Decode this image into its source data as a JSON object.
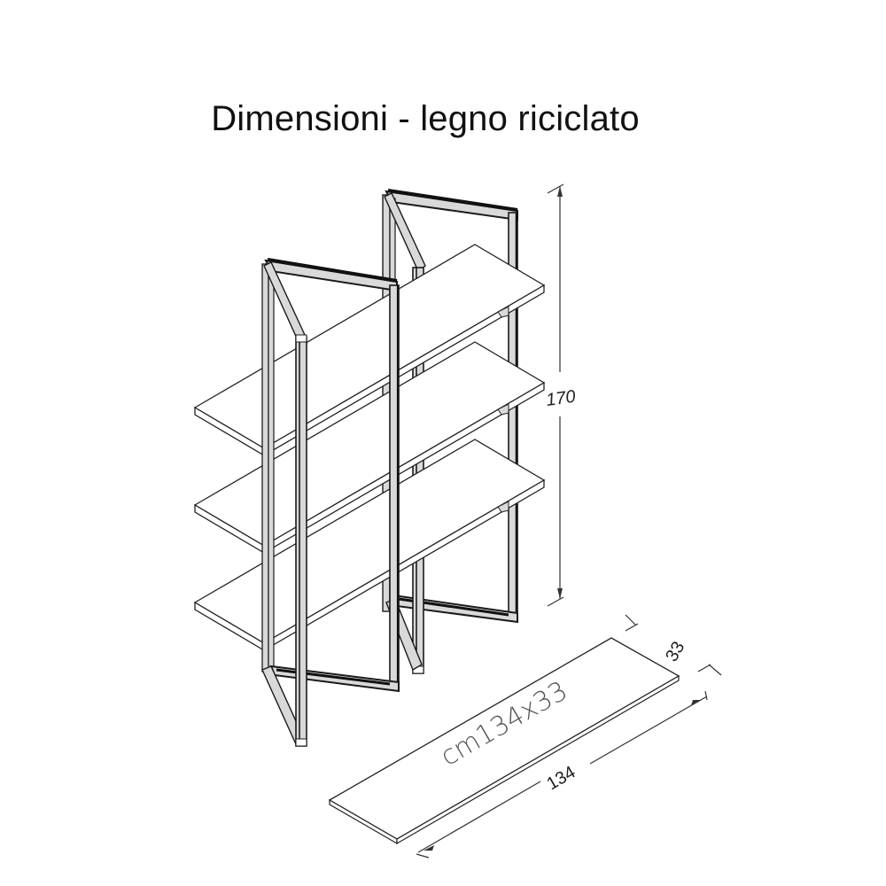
{
  "title": "Dimensioni - legno riciclato",
  "drawing": {
    "product": "shelving-unit",
    "shelves_count": 3,
    "height_label": "170",
    "shelf_panel": {
      "label": "cm134x33",
      "length_label": "134",
      "depth_label": "33"
    }
  },
  "colors": {
    "line": "#222222",
    "frame_fill": "#d9d9d9",
    "frame_dark": "#1a1a1a",
    "panel_fill": "#ffffff"
  }
}
